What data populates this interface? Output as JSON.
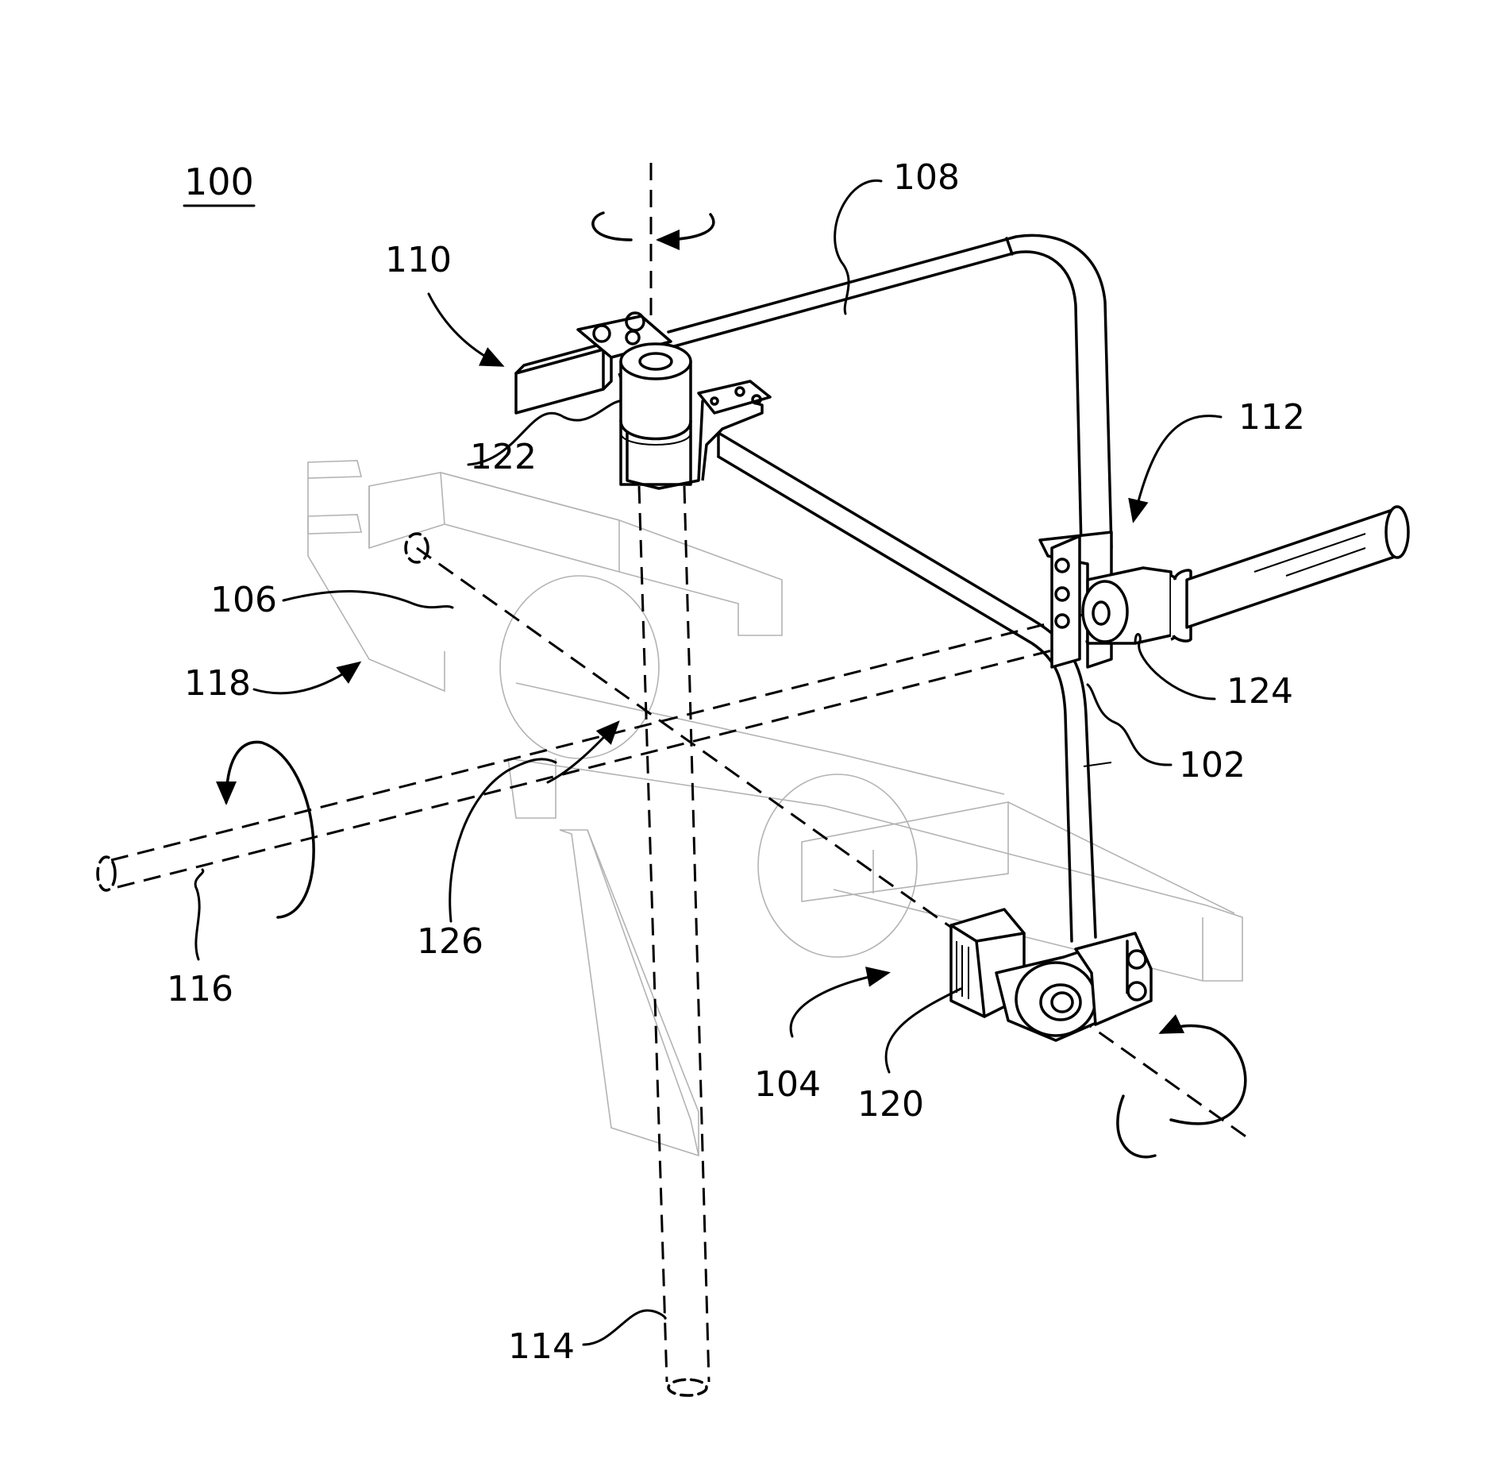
{
  "figure_label": "100",
  "labels": {
    "l102": "102",
    "l104": "104",
    "l106": "106",
    "l108": "108",
    "l110": "110",
    "l112": "112",
    "l114": "114",
    "l116": "116",
    "l118": "118",
    "l120": "120",
    "l122": "122",
    "l124": "124",
    "l126": "126"
  }
}
